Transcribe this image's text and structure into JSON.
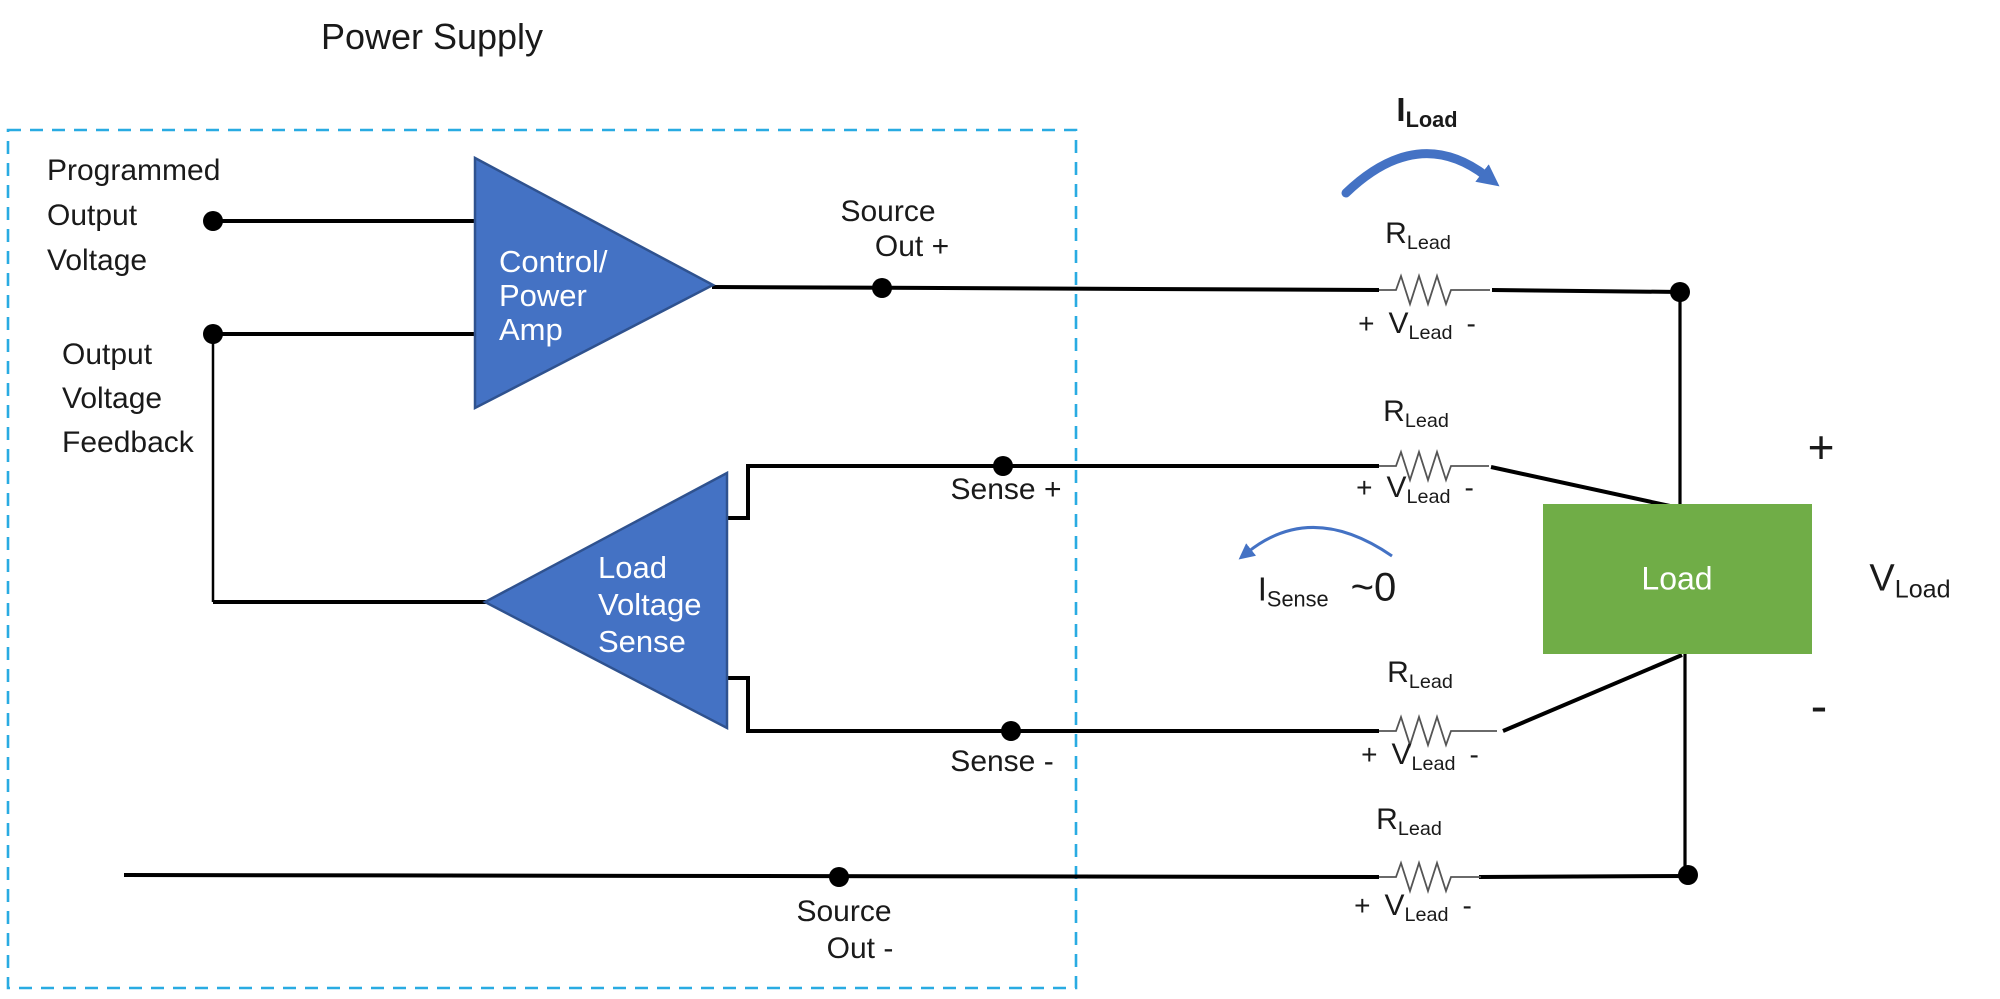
{
  "diagram": {
    "title": "Power Supply",
    "colors": {
      "amp_fill": "#4472C4",
      "amp_stroke": "#2F528F",
      "load_fill": "#70AD47",
      "dashed_border": "#29ABE2",
      "wire": "#000000",
      "annotation_blue": "#4472C4"
    },
    "power_supply": {
      "programmed_label_lines": [
        "Programmed",
        "Output",
        "Voltage"
      ],
      "feedback_label_lines": [
        "Output",
        "Voltage",
        "Feedback"
      ],
      "control_amp_lines": [
        "Control/",
        "Power",
        "Amp"
      ],
      "sense_amp_lines": [
        "Load",
        "Voltage",
        "Sense"
      ]
    },
    "terminals": {
      "source_out_plus": [
        "Source",
        "Out +"
      ],
      "sense_plus": "Sense +",
      "sense_minus": "Sense -",
      "source_out_minus": [
        "Source",
        "Out -"
      ]
    },
    "load_label": "Load",
    "annotations": {
      "i_load": {
        "base": "I",
        "sub": "Load"
      },
      "i_sense": {
        "base": "I",
        "sub": "Sense"
      },
      "approx_zero": "~0",
      "r_lead": {
        "base": "R",
        "sub": "Lead"
      },
      "v_lead": {
        "base": "V",
        "sub": "Lead"
      },
      "plus": "+",
      "minus": "-",
      "v_load": {
        "base": "V",
        "sub": "Load"
      },
      "load_terminal_plus": "+",
      "load_terminal_minus": "-"
    }
  }
}
